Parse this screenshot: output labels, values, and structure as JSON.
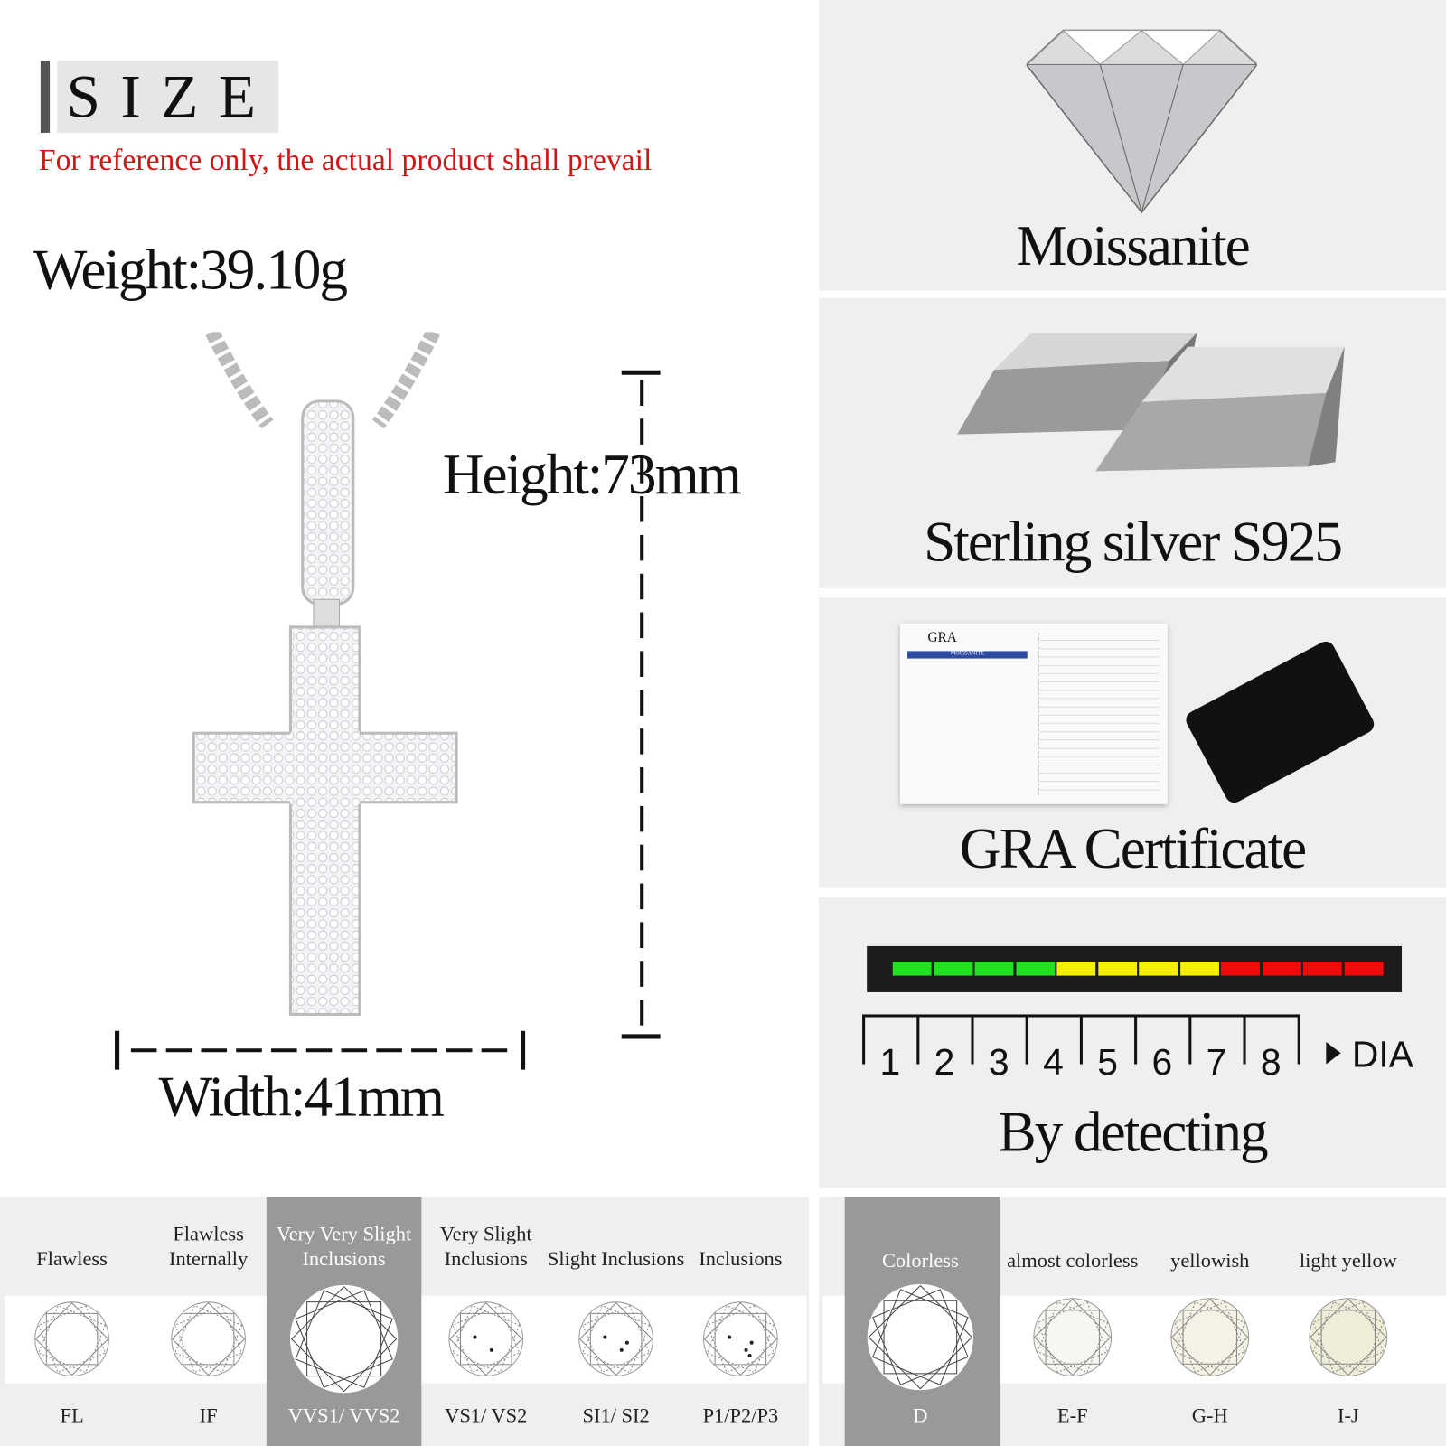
{
  "size_section": {
    "title": "SIZE",
    "note": "For reference only, the actual product shall prevail",
    "weight": "Weight:39.10g",
    "height": "Height:73mm",
    "width": "Width:41mm"
  },
  "features": [
    {
      "label": "Moissanite",
      "icon": "diamond-icon"
    },
    {
      "label": "Sterling silver S925",
      "icon": "silver-bars-icon"
    },
    {
      "label": "GRA Certificate",
      "icon": "certificate-icon",
      "cert_brand": "GRA",
      "cert_subtitle": "MOISSANITE"
    },
    {
      "label": "By detecting",
      "icon": "diamond-tester-icon",
      "scale": [
        "1",
        "2",
        "3",
        "4",
        "5",
        "6",
        "7",
        "8"
      ],
      "scale_unit": "DIA",
      "segments": [
        "#22e022",
        "#22e022",
        "#22e022",
        "#22e022",
        "#f5f000",
        "#f5f000",
        "#f5f000",
        "#f5f000",
        "#f00a0a",
        "#f00a0a",
        "#f00a0a",
        "#f00a0a"
      ]
    }
  ],
  "clarity": {
    "highlight_color": "#999999",
    "selected": 2,
    "grades": [
      {
        "name": "Flawless",
        "code": "FL",
        "inclusions": 0
      },
      {
        "name": "Flawless Internally",
        "code": "IF",
        "inclusions": 0
      },
      {
        "name": "Very Very Slight Inclusions",
        "code": "VVS1/ VVS2",
        "inclusions": 0
      },
      {
        "name": "Very Slight Inclusions",
        "code": "VS1/ VS2",
        "inclusions": 2
      },
      {
        "name": "Slight Inclusions",
        "code": "SI1/ SI2",
        "inclusions": 3
      },
      {
        "name": "Inclusions",
        "code": "P1/P2/P3",
        "inclusions": 4
      }
    ]
  },
  "color": {
    "selected": 0,
    "grades": [
      {
        "name": "Colorless",
        "code": "D",
        "tint": "#ffffff"
      },
      {
        "name": "almost colorless",
        "code": "E-F",
        "tint": "#f7f7f2"
      },
      {
        "name": "yellowish",
        "code": "G-H",
        "tint": "#f3f2e4"
      },
      {
        "name": "light yellow",
        "code": "I-J",
        "tint": "#efedd8"
      }
    ]
  }
}
